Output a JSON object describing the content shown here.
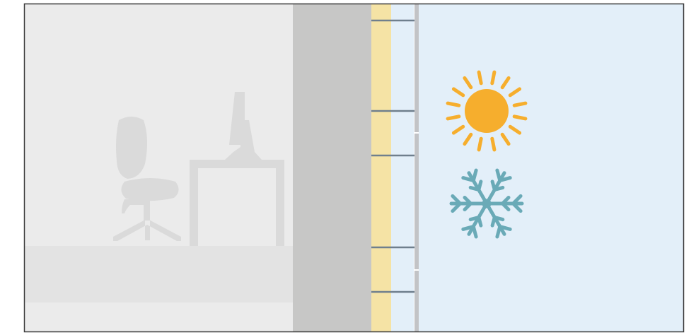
{
  "scene": {
    "subject": "wall-cross-section-with-interior-and-exterior",
    "interior": {
      "furniture": [
        "office-chair",
        "desk",
        "computer-monitor"
      ]
    },
    "wall_layers": [
      "concrete-wall",
      "insulation-layer",
      "air-gap",
      "exterior-cladding"
    ],
    "exterior": {
      "weather_icons": [
        "sun-icon",
        "snowflake-icon"
      ]
    }
  },
  "colors": {
    "interior_background": "#ebebeb",
    "floor": "#e3e3e3",
    "furniture": "#dadada",
    "concrete": "#c7c7c6",
    "insulation": "#f5e3a5",
    "air_gap": "#e3eff9",
    "cladding": "#c2c3c6",
    "rails": "#6f7f8d",
    "exterior_background": "#e3eff9",
    "sun": "#f6ae2d",
    "snowflake": "#6aaab7",
    "border": "#3a3a3a"
  }
}
